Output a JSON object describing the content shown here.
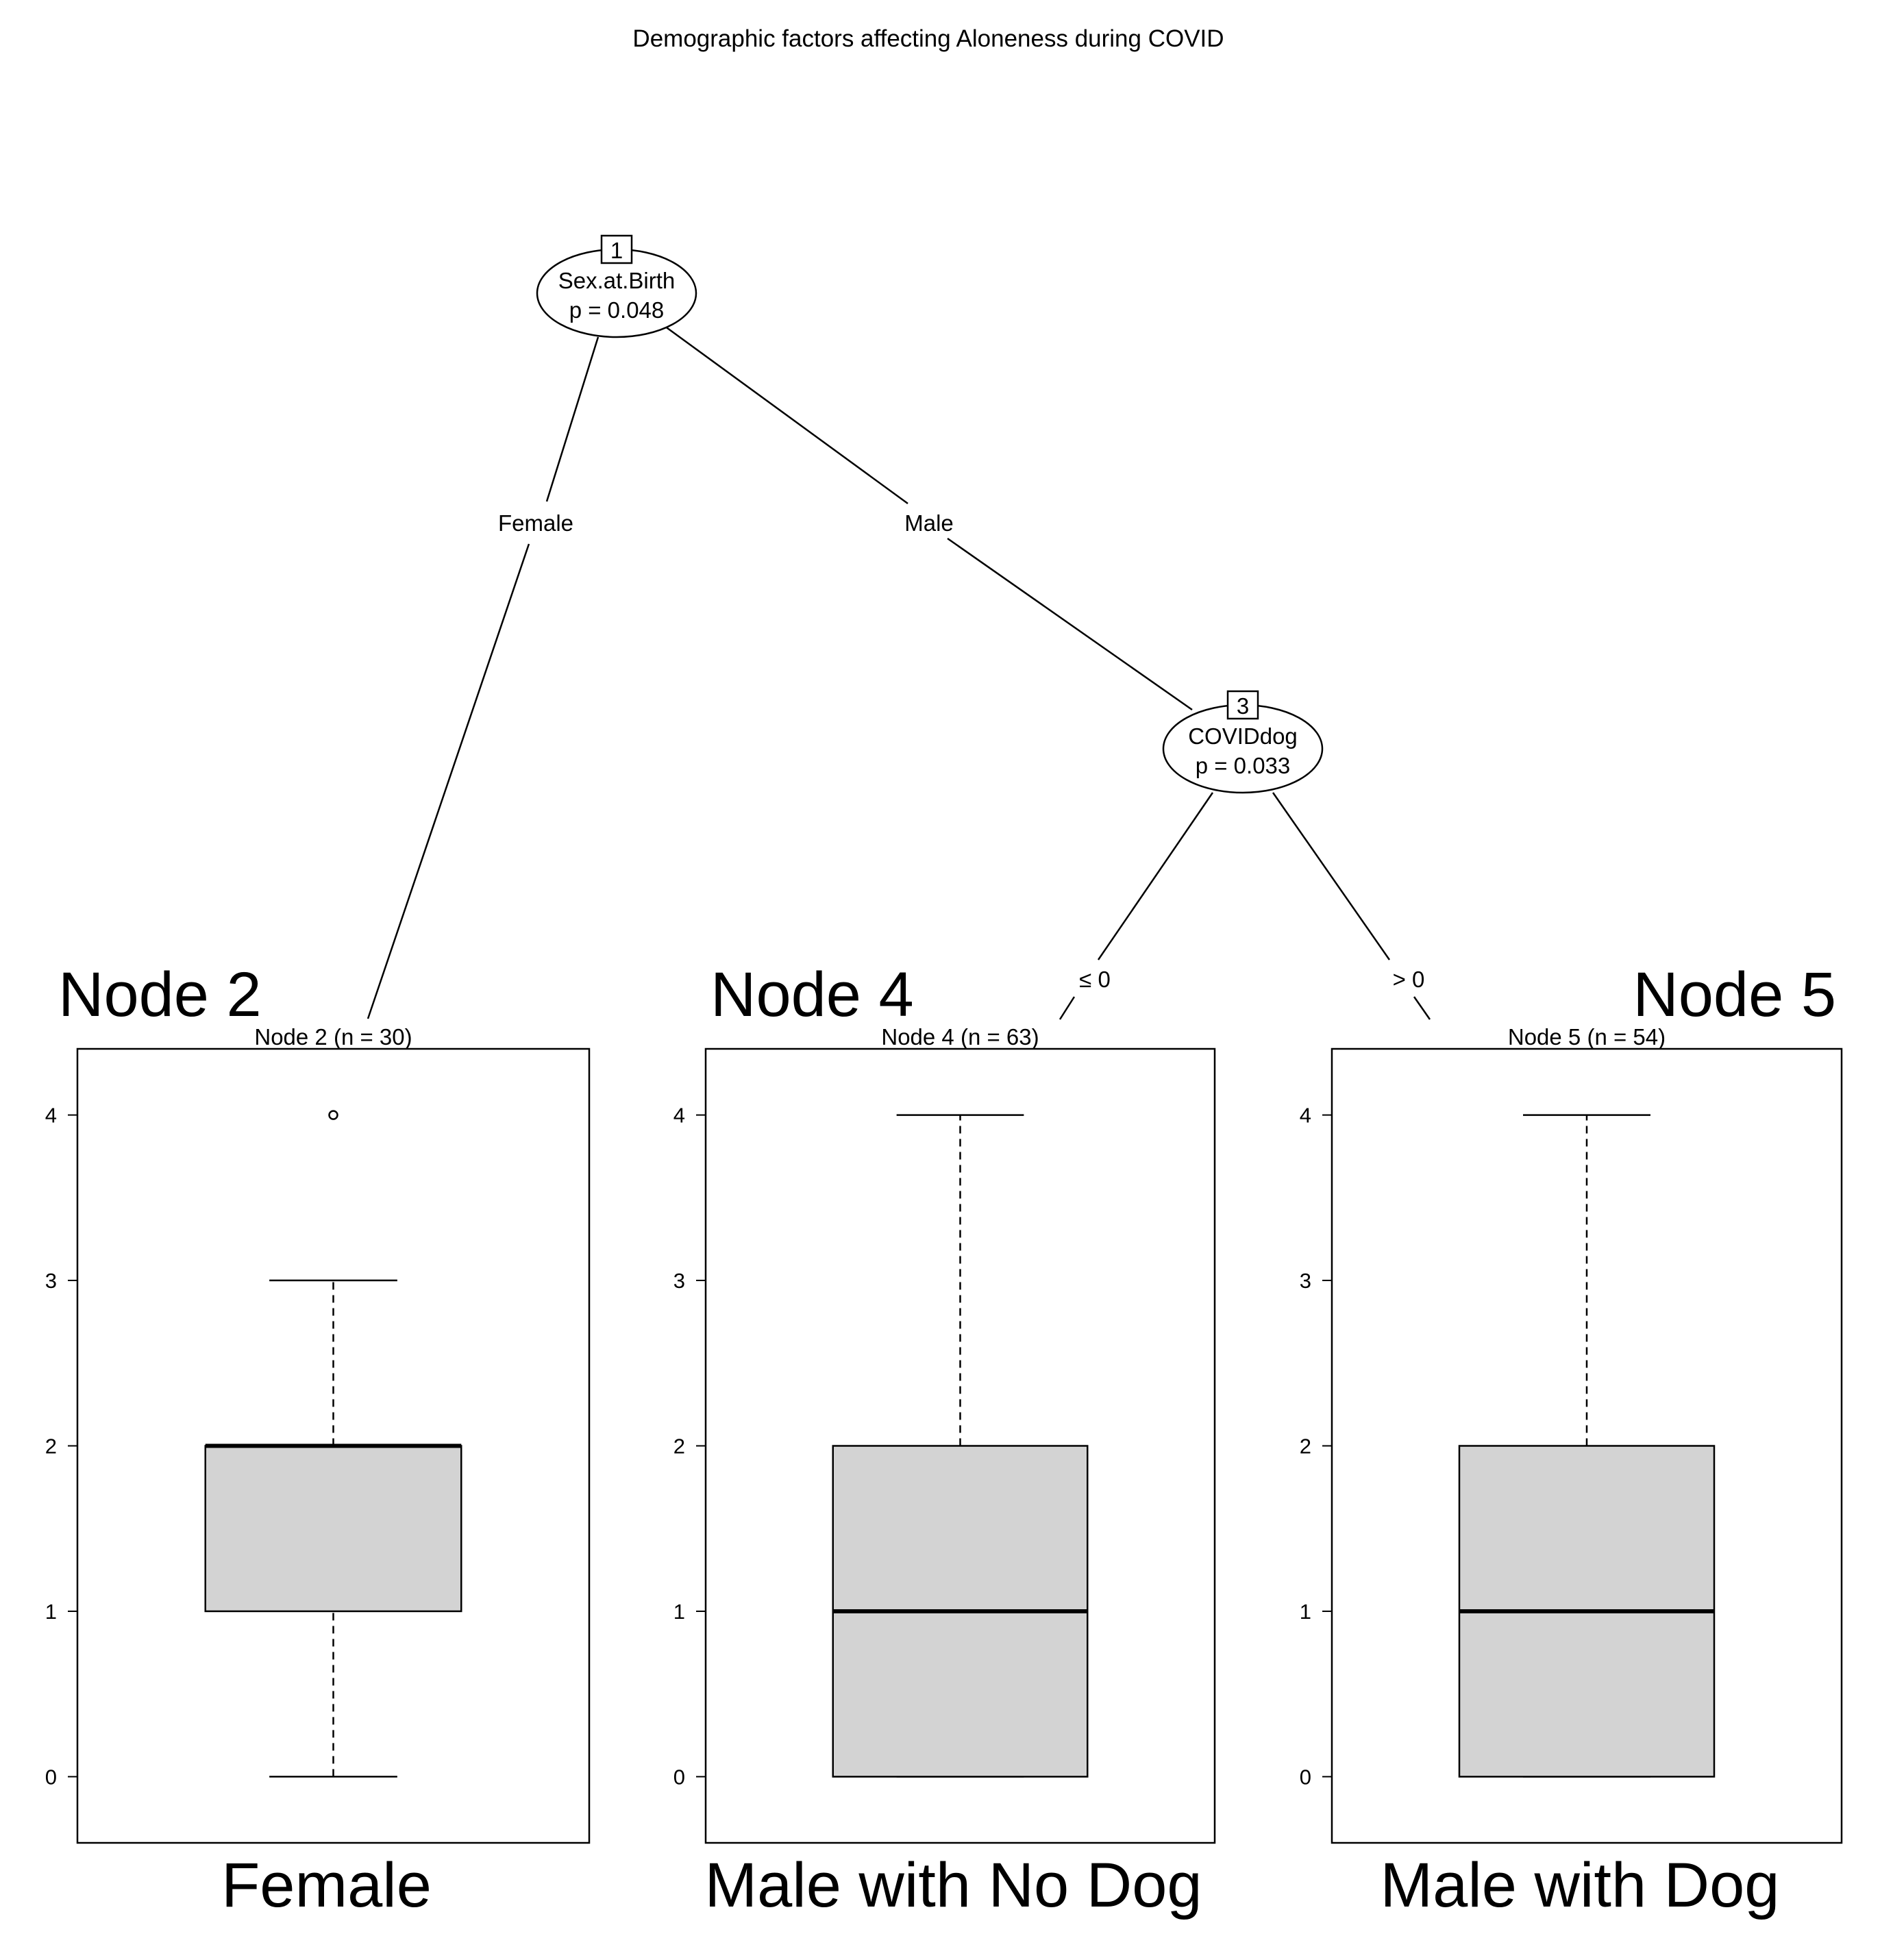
{
  "title": "Demographic factors affecting Aloneness during COVID",
  "inner_nodes": [
    {
      "id": "1",
      "variable": "Sex.at.Birth",
      "p": "p = 0.048"
    },
    {
      "id": "3",
      "variable": "COVIDdog",
      "p": "p = 0.033"
    }
  ],
  "edge_labels": {
    "female": "Female",
    "male": "Male",
    "le0": "≤ 0",
    "gt0": "> 0"
  },
  "chart_data": [
    {
      "type": "box",
      "title": "Node 2 (n = 30)",
      "overlay_label": "Node 2",
      "caption": "Female",
      "ylim": [
        -0.4,
        4.4
      ],
      "yticks": [
        "0",
        "1",
        "2",
        "3",
        "4"
      ],
      "min": 0,
      "q1": 1,
      "median": 2,
      "q3": 2,
      "max": 3,
      "outliers": [
        4
      ]
    },
    {
      "type": "box",
      "title": "Node 4 (n = 63)",
      "overlay_label": "Node 4",
      "caption": "Male with No Dog",
      "ylim": [
        -0.4,
        4.4
      ],
      "yticks": [
        "0",
        "1",
        "2",
        "3",
        "4"
      ],
      "min": 0,
      "q1": 0,
      "median": 1,
      "q3": 2,
      "max": 4,
      "outliers": []
    },
    {
      "type": "box",
      "title": "Node 5 (n = 54)",
      "overlay_label": "Node 5",
      "caption": "Male with Dog",
      "ylim": [
        -0.4,
        4.4
      ],
      "yticks": [
        "0",
        "1",
        "2",
        "3",
        "4"
      ],
      "min": 0,
      "q1": 0,
      "median": 1,
      "q3": 2,
      "max": 4,
      "outliers": []
    }
  ]
}
